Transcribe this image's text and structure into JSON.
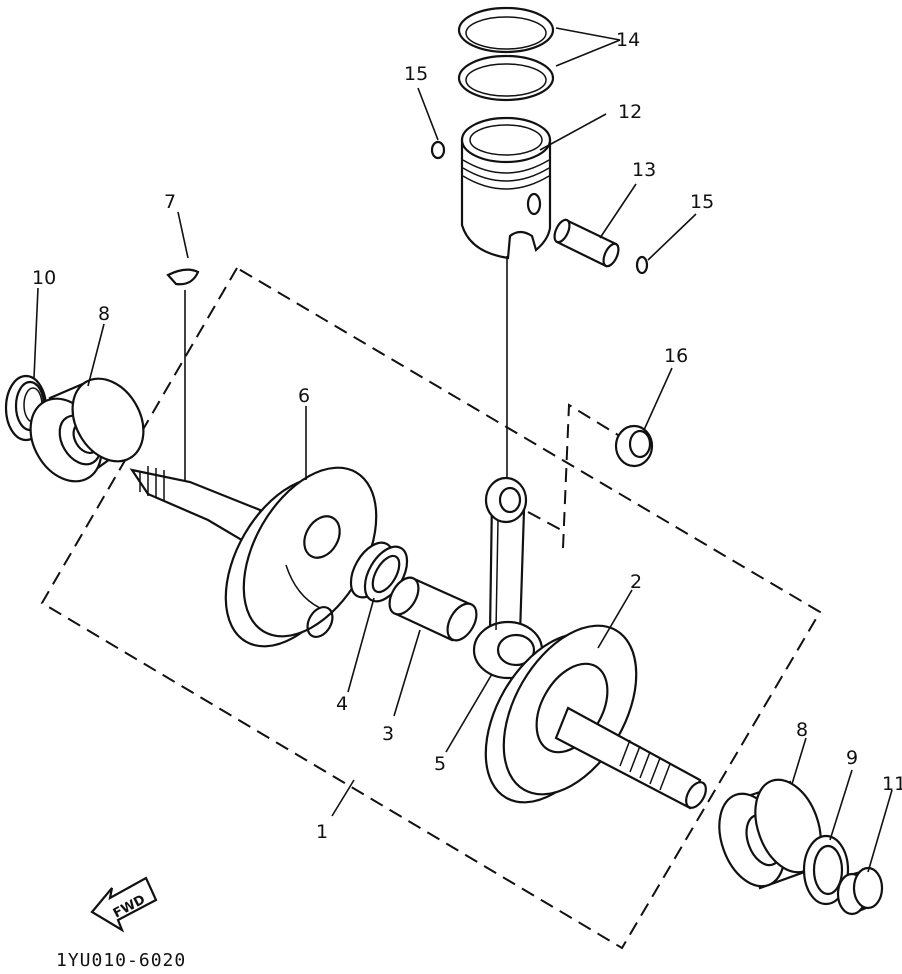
{
  "diagram": {
    "drawing_code": "1YU010-6020",
    "fwd_mark": "FWD",
    "callouts": {
      "p1": "1",
      "p2": "2",
      "p3": "3",
      "p4": "4",
      "p5": "5",
      "p6": "6",
      "p7": "7",
      "p8a": "8",
      "p8b": "8",
      "p9": "9",
      "p10": "10",
      "p11": "11",
      "p12": "12",
      "p13": "13",
      "p14": "14",
      "p15a": "15",
      "p15b": "15",
      "p16": "16"
    }
  }
}
